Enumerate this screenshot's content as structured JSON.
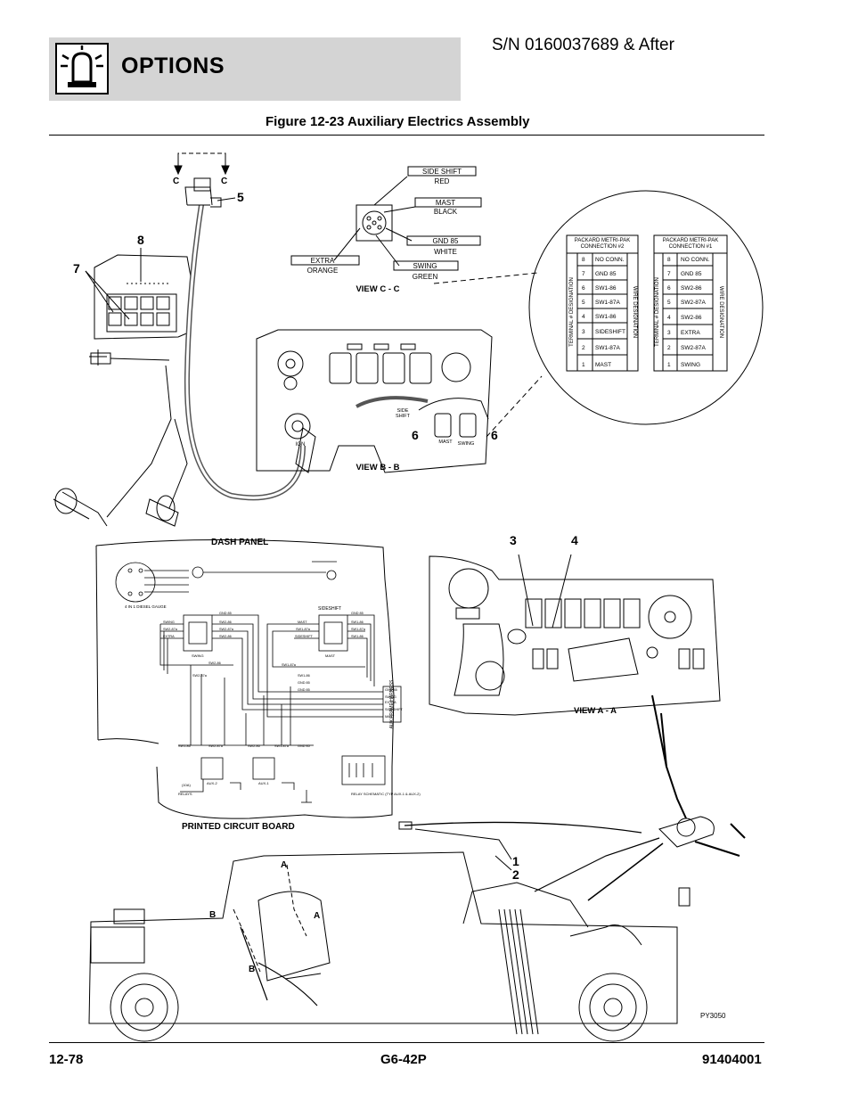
{
  "header": {
    "section_title": "OPTIONS",
    "serial": "S/N 0160037689 & After",
    "figure_title": "Figure 12-23 Auxiliary Electrics Assembly"
  },
  "footer": {
    "page_number": "12-78",
    "model": "G6-42P",
    "document_number": "91404001"
  },
  "callouts": {
    "c_left": "C",
    "c_right": "C",
    "n5": "5",
    "n8": "8",
    "n7": "7",
    "n6_left": "6",
    "n6_right": "6",
    "n3": "3",
    "n4": "4",
    "n1": "1",
    "n2": "2",
    "a_top": "A",
    "a_mid": "A",
    "b_left": "B",
    "b_bottom": "B"
  },
  "view_c": {
    "label": "VIEW C - C",
    "side_shift": "SIDE SHIFT",
    "red": "RED",
    "mast": "MAST",
    "black": "BLACK",
    "gnd85": "GND 85",
    "white": "WHITE",
    "extra": "EXTRA",
    "orange": "ORANGE",
    "swing": "SWING",
    "green": "GREEN"
  },
  "view_b": {
    "label": "VIEW B - B",
    "ign": "IGN",
    "side": "SIDE",
    "shift": "SHIFT",
    "mast": "MAST",
    "swing": "SWING"
  },
  "view_a": {
    "label": "VIEW A - A"
  },
  "connector2": {
    "title_line1": "PACKARD METRI-PAK",
    "title_line2": "CONNECTION #2",
    "terminal_header": "TERMINAL # DESIGNATION",
    "wire_header": "WIRE DESIGNATION",
    "rows": [
      {
        "n": "8",
        "w": "NO CONN."
      },
      {
        "n": "7",
        "w": "GND 85"
      },
      {
        "n": "6",
        "w": "SW1-86"
      },
      {
        "n": "5",
        "w": "SW1-87A"
      },
      {
        "n": "4",
        "w": "SW1-86"
      },
      {
        "n": "3",
        "w": "SIDESHIFT"
      },
      {
        "n": "2",
        "w": "SW1-87A"
      },
      {
        "n": "1",
        "w": "MAST"
      }
    ]
  },
  "connector1": {
    "title_line1": "PACKARD METRI-PAK",
    "title_line2": "CONNECTION #1",
    "terminal_header": "TERMINAL # DESIGNATION",
    "wire_header": "WIRE DESIGNATION",
    "rows": [
      {
        "n": "8",
        "w": "NO CONN."
      },
      {
        "n": "7",
        "w": "GND 85"
      },
      {
        "n": "6",
        "w": "SW2-86"
      },
      {
        "n": "5",
        "w": "SW2-87A"
      },
      {
        "n": "4",
        "w": "SW2-86"
      },
      {
        "n": "3",
        "w": "EXTRA"
      },
      {
        "n": "2",
        "w": "SW2-87A"
      },
      {
        "n": "1",
        "w": "SWING"
      }
    ]
  },
  "schematic": {
    "dash_panel": "DASH PANEL",
    "pcb": "PRINTED CIRCUIT BOARD",
    "gauge": "4 IN 1 DIESEL GAUGE",
    "sideshift": "SIDESHIFT",
    "swing": "SWING",
    "mast": "MAST",
    "aux_harness": "AUX FRAME HARNESS",
    "relay_schematic": "RELAY SCHEMATIC (TYP AUX-1 & AUX-2)",
    "relays": "RELAYS",
    "fuse": "(10A)",
    "aux1": "AUX-1",
    "aux2": "AUX-2",
    "swing_wires": [
      "SWING",
      "SW2-87a",
      "EXTRA"
    ],
    "mast_wires": [
      "MAST",
      "SW1-87a",
      "SIDESHIFT"
    ],
    "swing_right_wires": [
      "GND 85",
      "SW2-86",
      "SW2-87a",
      "SW2-86"
    ],
    "mast_right_wires": [
      "GND 85",
      "SW1-86",
      "SW1-87a",
      "SW1-86"
    ],
    "harness_wires": [
      "GND 85",
      "SWING",
      "EXTRA",
      "SIDESHIFT",
      "MAST"
    ],
    "bus_wires": [
      "SW2-86",
      "SW2-87a",
      "SW1-87a",
      "SW1-86",
      "GND 85",
      "GND 85"
    ],
    "pcb_wires": [
      "SW1-86",
      "SW2-87a",
      "SW2-86",
      "SW1-87a",
      "GND 85"
    ]
  },
  "ref_code": "PY3050"
}
